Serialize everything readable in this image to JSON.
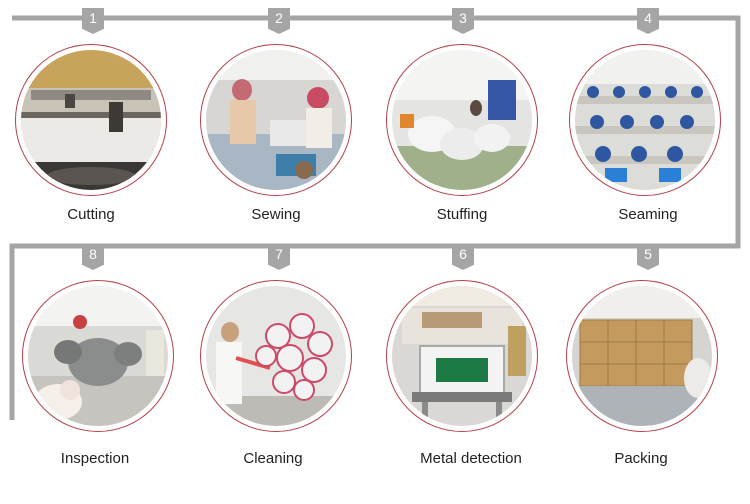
{
  "steps": [
    {
      "number": "1",
      "label": "Cutting"
    },
    {
      "number": "2",
      "label": "Sewing"
    },
    {
      "number": "3",
      "label": "Stuffing"
    },
    {
      "number": "4",
      "label": "Seaming"
    },
    {
      "number": "5",
      "label": "Packing"
    },
    {
      "number": "6",
      "label": "Metal detection"
    },
    {
      "number": "7",
      "label": "Cleaning"
    },
    {
      "number": "8",
      "label": "Inspection"
    }
  ],
  "colors": {
    "connector": "#a5a5a5",
    "circle_border": "#b4414a",
    "label_text": "#222222"
  }
}
